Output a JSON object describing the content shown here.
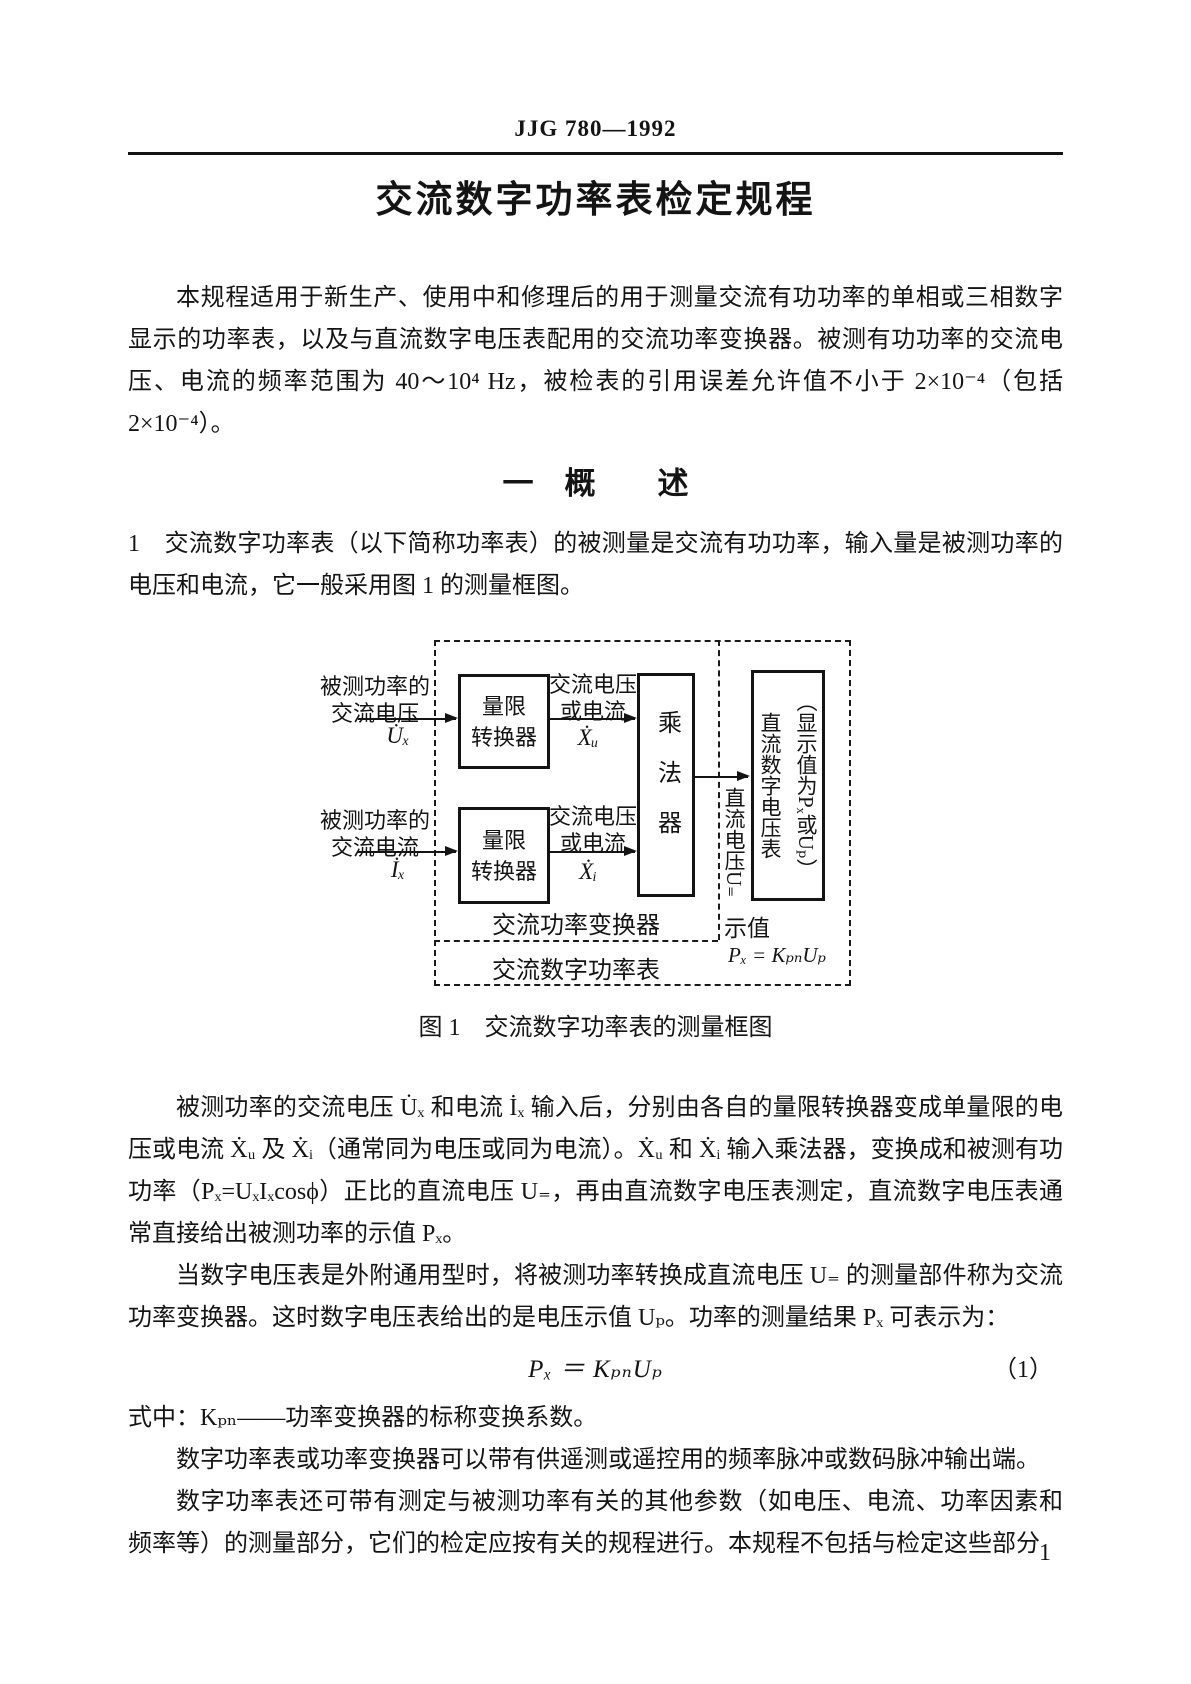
{
  "header": {
    "doc_number": "JJG 780—1992"
  },
  "title": "交流数字功率表检定规程",
  "intro": "本规程适用于新生产、使用中和修理后的用于测量交流有功功率的单相或三相数字显示的功率表，以及与直流数字电压表配用的交流功率变换器。被测有功功率的交流电压、电流的频率范围为 40～10⁴ Hz，被检表的引用误差允许值不小于 2×10⁻⁴（包括 2×10⁻⁴）。",
  "section": {
    "heading": "一　概　　述",
    "para1": "1　交流数字功率表（以下简称功率表）的被测量是交流有功功率，输入量是被测功率的电压和电流，它一般采用图 1 的测量框图。"
  },
  "figure": {
    "input_voltage_label": "被测功率的\n交流电压",
    "input_voltage_symbol": "U̇ₓ",
    "input_current_label": "被测功率的\n交流电流",
    "input_current_symbol": "İₓ",
    "range_converter1_label": "量限\n转换器",
    "range_converter2_label": "量限\n转换器",
    "ac_signal1_label": "交流电压\n或电流",
    "ac_signal1_symbol": "Ẋᵤ",
    "ac_signal2_label": "交流电压\n或电流",
    "ac_signal2_symbol": "Ẋᵢ",
    "multiplier_label": "乘法器",
    "dc_voltage_label": "直流电压U₌",
    "voltmeter_label": "直流数字电压表\n（显示值为Pₓ或Uₚ）",
    "converter_region_label": "交流功率变换器",
    "meter_region_label": "交流数字功率表",
    "indication_label": "示值",
    "indication_formula": "Pₓ = KₚₙUₚ",
    "caption": "图 1　交流数字功率表的测量框图"
  },
  "body": {
    "para2": "被测功率的交流电压 U̇ₓ 和电流 İₓ 输入后，分别由各自的量限转换器变成单量限的电压或电流 Ẋᵤ 及 Ẋᵢ（通常同为电压或同为电流）。Ẋᵤ 和 Ẋᵢ 输入乘法器，变换成和被测有功功率（Pₓ=UₓIₓcosϕ）正比的直流电压 U₌，再由直流数字电压表测定，直流数字电压表通常直接给出被测功率的示值 Pₓ。",
    "para3": "当数字电压表是外附通用型时，将被测功率转换成直流电压 U₌ 的测量部件称为交流功率变换器。这时数字电压表给出的是电压示值 Uₚ。功率的测量结果 Pₓ 可表示为：",
    "formula": "Pₓ ＝ KₚₙUₚ",
    "formula_number": "（1）",
    "para4": "式中：Kₚₙ——功率变换器的标称变换系数。",
    "para5": "数字功率表或功率变换器可以带有供遥测或遥控用的频率脉冲或数码脉冲输出端。",
    "para6": "数字功率表还可带有测定与被测功率有关的其他参数（如电压、电流、功率因素和频率等）的测量部分，它们的检定应按有关的规程进行。本规程不包括与检定这些部分"
  },
  "footer": {
    "page_number": "1"
  }
}
